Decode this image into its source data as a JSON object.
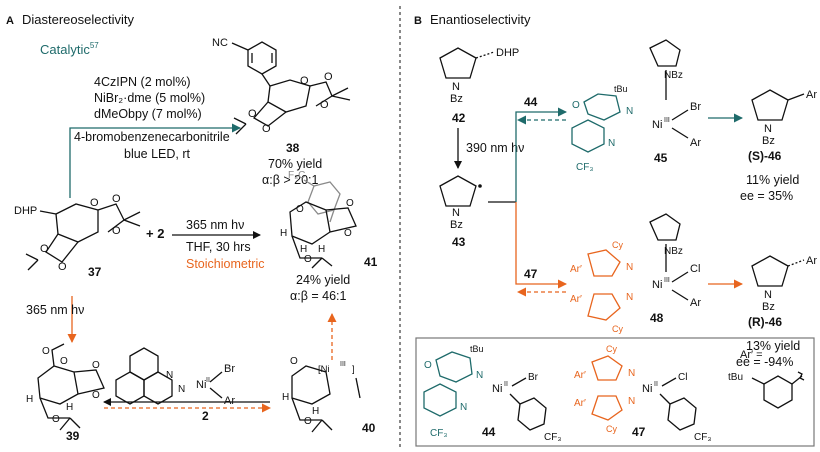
{
  "panel_a": {
    "letter": "A",
    "title": "Diastereoselectivity",
    "catalytic_label": "Catalytic",
    "catalytic_ref": "57",
    "stoichiometric_label": "Stoichiometric",
    "reagents": [
      "4CzIPN (2 mol%)",
      "NiBr₂·dme (5 mol%)",
      "dMeObpy (7 mol%)"
    ],
    "conditions": [
      "4-bromobenzenecarbonitrile",
      "blue LED, rt"
    ],
    "cond_365_top": "365 nm hν",
    "cond_thf": "THF, 30 hrs",
    "cond_365_side": "365 nm hν",
    "plus": "+ 2",
    "yield_38": "70% yield",
    "ratio_38": "α:β > 20:1",
    "yield_41": "24% yield",
    "ratio_41": "α:β = 46:1",
    "labels": {
      "c37": "37",
      "c38": "38",
      "c39": "39",
      "c40": "40",
      "c41": "41",
      "c2": "2",
      "dhp": "DHP",
      "nc": "NC",
      "cf3": "F₃C",
      "br": "Br",
      "ar": "Ar",
      "ni": "Ni",
      "ni_ox": "II",
      "ni40": "[Ni",
      "ni40_ox": "III",
      "ni40_close": "]",
      "o": "O",
      "h": "H",
      "n": "N"
    }
  },
  "panel_b": {
    "letter": "B",
    "title": "Enantioselectivity",
    "cond_390": "390 nm hν",
    "labels": {
      "c42": "42",
      "c43": "43",
      "c44": "44",
      "c45": "45",
      "c46s": "(S)-46",
      "c46r": "(R)-46",
      "c47": "47",
      "c48": "48",
      "dhp": "DHP",
      "bz": "Bz",
      "nbz": "NBz",
      "tbu": "tBu",
      "cf3": "CF₃",
      "cy": "Cy",
      "ar": "Ar",
      "ar_prime": "Ar′",
      "ar_prime_eq": "Ar′ =",
      "ni": "Ni",
      "ni_ox3": "III",
      "ni_ox2": "II",
      "br": "Br",
      "cl": "Cl",
      "n": "N",
      "o": "O"
    },
    "yield_s": "11% yield",
    "ee_s": "ee = 35%",
    "yield_r": "13% yield",
    "ee_r": "ee = -94%"
  },
  "colors": {
    "teal": "#1f6b6b",
    "orange": "#e8651e",
    "gray": "#8a8a8a"
  }
}
